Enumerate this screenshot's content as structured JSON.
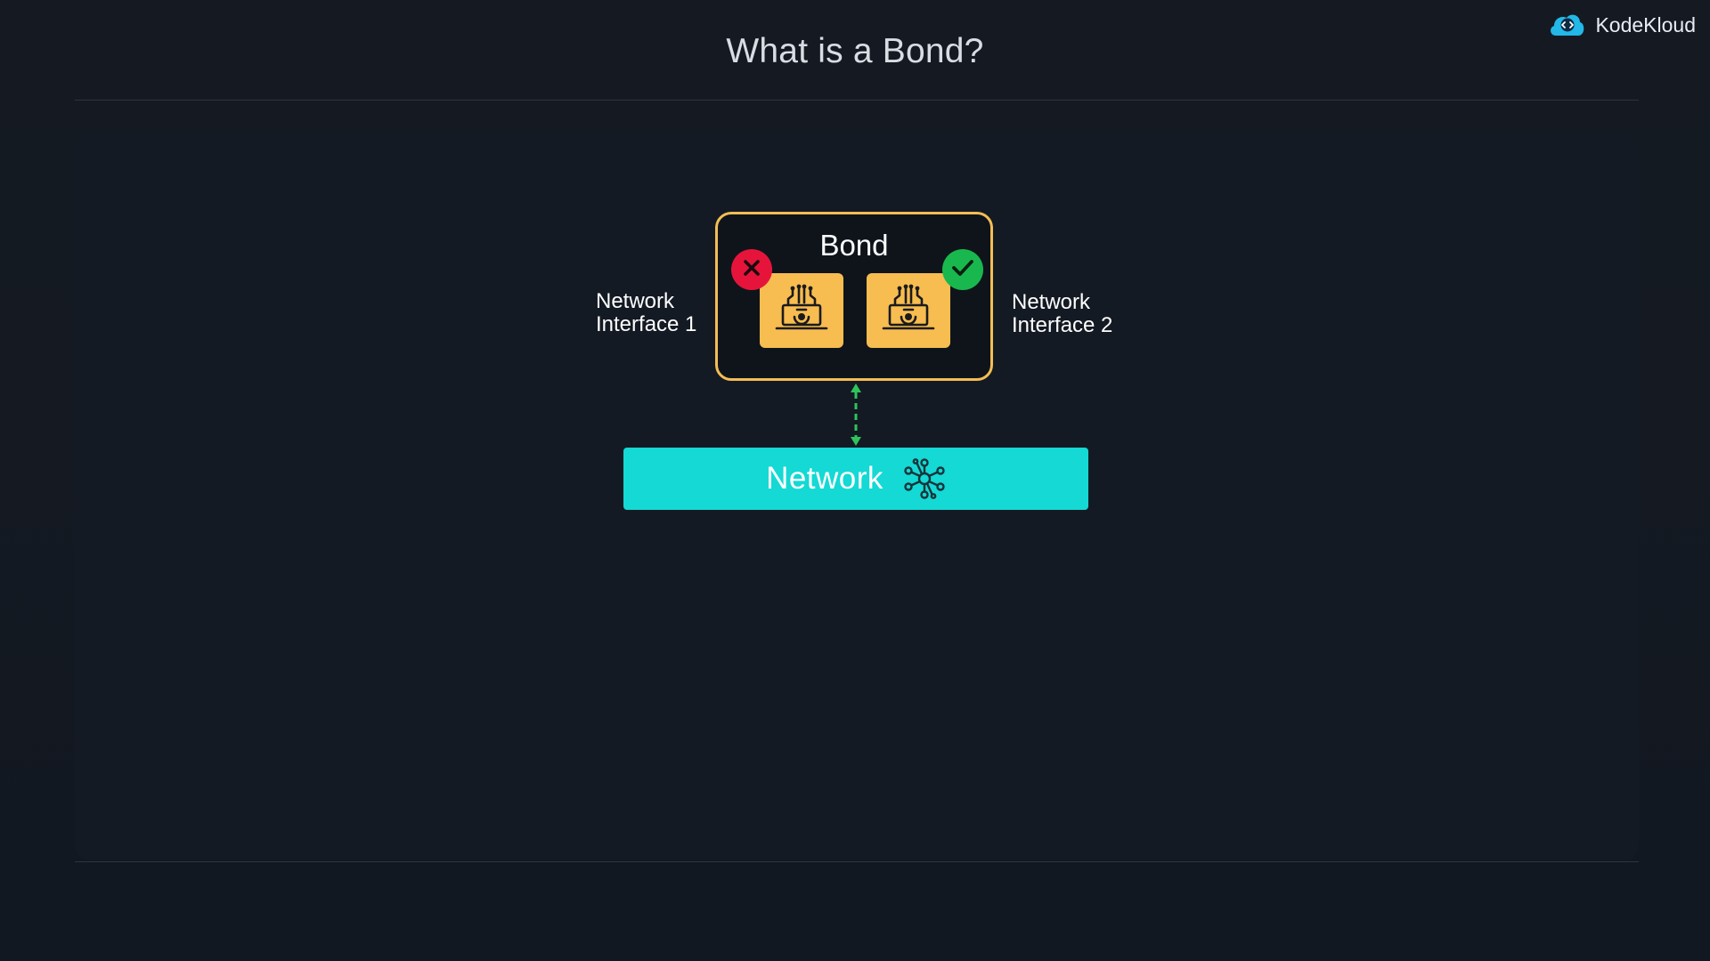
{
  "slide": {
    "title": "What is a Bond?"
  },
  "branding": {
    "name": "KodeKloud",
    "icon": "kodekloud-cloud-icon",
    "accent_color": "#22b8e8"
  },
  "diagram": {
    "bond_label": "Bond",
    "bond_border_color": "#f3bd55",
    "interface_1_label": "Network\nInterface 1",
    "interface_2_label": "Network\nInterface 2",
    "interface_icon": "network-card-icon",
    "interface_color": "#f7bd50",
    "interface_1_status": "failed",
    "interface_1_status_icon": "x-mark-icon",
    "interface_1_status_color": "#e6143b",
    "interface_2_status": "active",
    "interface_2_status_icon": "check-mark-icon",
    "interface_2_status_color": "#19b84e",
    "connector_style": "dashed-bidirectional-arrow",
    "connector_color": "#2ec45b",
    "network_label": "Network",
    "network_icon": "network-hub-icon",
    "network_color": "#14d9d4"
  }
}
